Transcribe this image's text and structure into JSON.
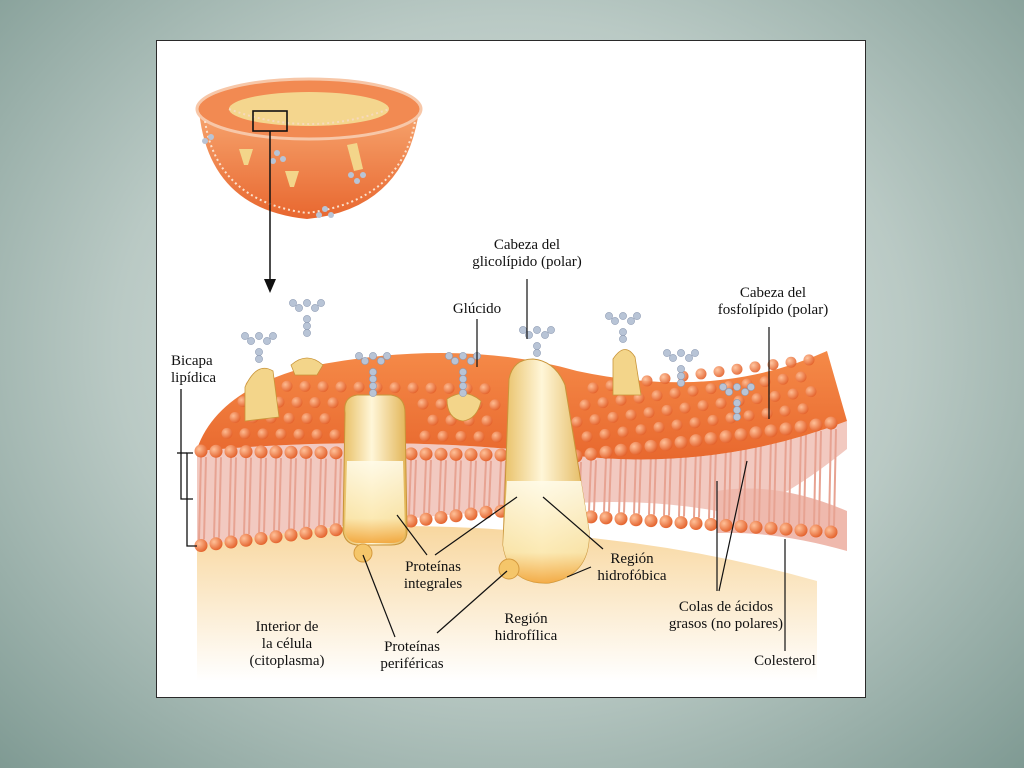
{
  "labels": {
    "bilayer": "Bicapa\nlipídica",
    "glycolipid_head": "Cabeza del\nglicolípido (polar)",
    "carbohydrate": "Glúcido",
    "phospholipid_head": "Cabeza del\nfosfolípido (polar)",
    "integral_proteins": "Proteínas\nintegrales",
    "hydrophobic_region": "Región\nhidrofóbica",
    "hydrophilic_region": "Región\nhidrofílica",
    "fatty_acid_tails": "Colas de ácidos\ngrasos (no polares)",
    "cell_interior": "Interior de\nla célula\n(citoplasma)",
    "peripheral_proteins": "Proteínas\nperiféricas",
    "cholesterol": "Colesterol"
  },
  "colors": {
    "background": "#9fb3ad",
    "membrane_surface": "#ef7d3c",
    "head_bead": "#f0834a",
    "protein": "#f3d58a",
    "tail_band": "#f2c9c0",
    "cytoplasm": "#fbe7c4",
    "glycan": "#b8c4d6"
  }
}
